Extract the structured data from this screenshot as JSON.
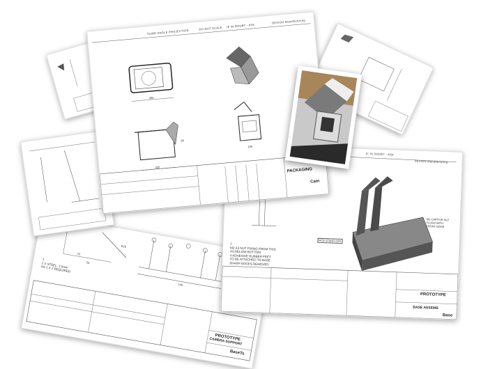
{
  "sheets": {
    "front_views": {
      "header_projection": "THIRD ANGLE PROJECTION",
      "header_scale": "DO NOT SCALE",
      "header_units": "IF IN DOUBT - ASK",
      "header_company": "DESIGN Manufacturing",
      "dims": [
        "286",
        "320",
        "235",
        "98"
      ],
      "title_partial": "PACKAGING",
      "drawing_no_partial": "Cam"
    },
    "base_assembly": {
      "header_scale": "IF IN DOUBT - ASK",
      "header_company": "DESIGN Manufacturing",
      "callout_standoff": "PCB STAND-OFF",
      "callout_nut": "M3 CAPTIVE NUT\nFLUSH WITH\nFRONT EDGE",
      "notes": "1.\nM3 X3 NUT FIXING FROM THIS\nAS BELOW BOTTOM\n4 ADHESIVE RUBBER FEET\nTO BE ATTACHED TO BASE\nSHARP EDGES REMOVED",
      "status": "PROTOTYPE",
      "title": "BASE ASSEMB",
      "drawing_no": "Base"
    },
    "camera_support": {
      "notes": "1.\n2 X STEEL, 1.5mm\nAS 1 X 2 REQUIRED",
      "dims": [
        "R20",
        "25",
        "53",
        "140"
      ],
      "status": "PROTOTYPE",
      "title": "CAMERA SUPPORT",
      "drawing_no": "BaseTs"
    }
  },
  "colors": {
    "accent_green": "#33cc33",
    "part_grey": "#555555"
  }
}
